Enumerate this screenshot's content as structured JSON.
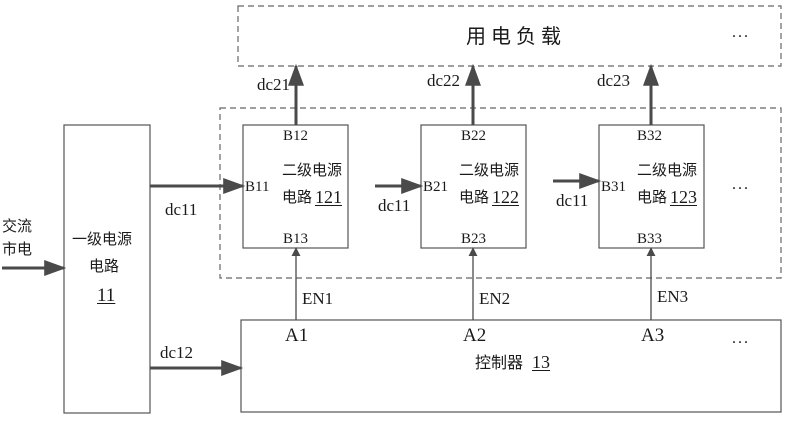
{
  "load": {
    "title": "用电负载",
    "ellipsis": "..."
  },
  "mains": {
    "line1": "交流",
    "line2": "市电"
  },
  "primary": {
    "line1": "一级电源",
    "line2": "电路",
    "ref": "11"
  },
  "secondary": {
    "ellipsis": "...",
    "circuits": [
      {
        "line1": "二级电源",
        "line2": "电路",
        "ref": "121",
        "pin_out": "B12",
        "pin_in": "B11",
        "pin_en": "B13",
        "out_label": "dc21",
        "in_label": "dc11"
      },
      {
        "line1": "二级电源",
        "line2": "电路",
        "ref": "122",
        "pin_out": "B22",
        "pin_in": "B21",
        "pin_en": "B23",
        "out_label": "dc22",
        "in_label": "dc11"
      },
      {
        "line1": "二级电源",
        "line2": "电路",
        "ref": "123",
        "pin_out": "B32",
        "pin_in": "B31",
        "pin_en": "B33",
        "out_label": "dc23",
        "in_label": "dc11"
      }
    ]
  },
  "controller": {
    "label": "控制器",
    "ref": "13",
    "ellipsis": "...",
    "ports": [
      "A1",
      "A2",
      "A3"
    ],
    "enables": [
      "EN1",
      "EN2",
      "EN3"
    ]
  },
  "dc12_label": "dc12"
}
